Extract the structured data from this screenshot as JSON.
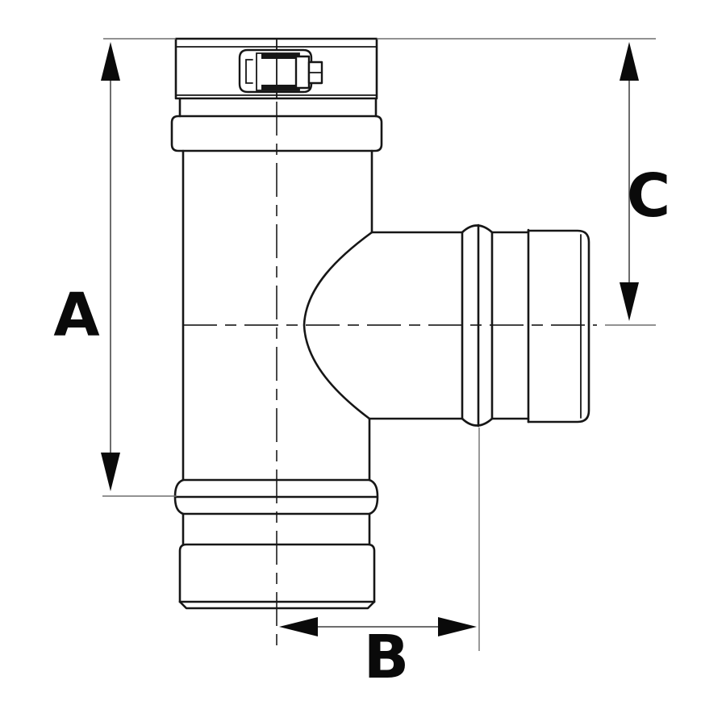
{
  "drawing": {
    "kind": "technical-line-drawing",
    "subject": "tee-pipe-fitting-with-locking-band-clamp",
    "labels": {
      "dim_a": "A",
      "dim_b": "B",
      "dim_c": "C"
    },
    "colors": {
      "background": "#ffffff",
      "object_line": "#161616",
      "dimension_line": "#3d3d3d",
      "extension_line": "#6f6f6f",
      "centerline": "#2a2a2a",
      "label_text": "#0a0a0a"
    }
  }
}
